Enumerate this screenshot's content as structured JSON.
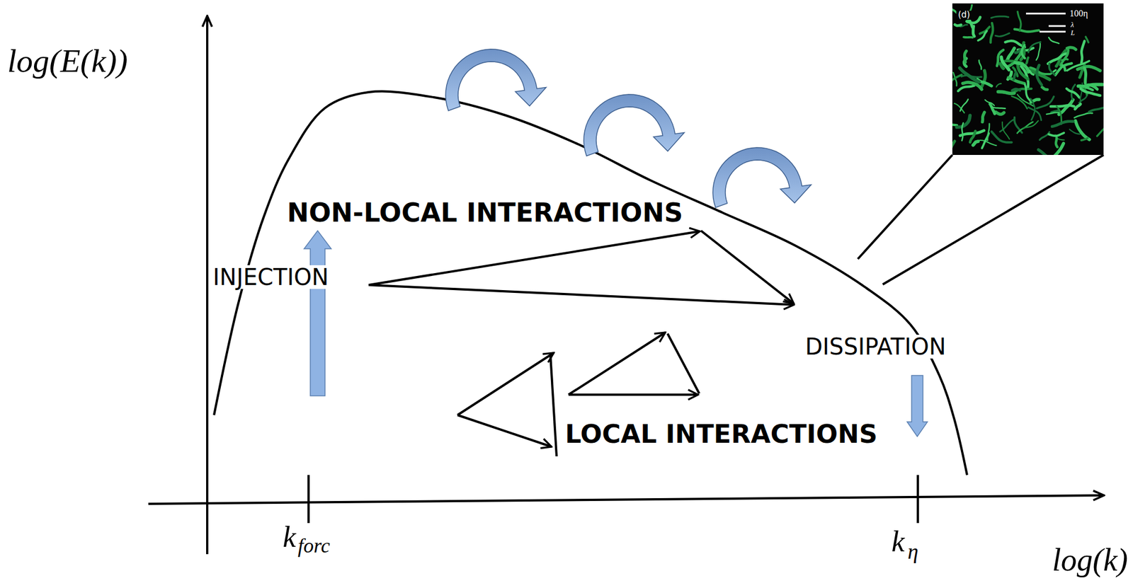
{
  "diagram": {
    "labels": [
      "log(E(k))",
      "log(k)",
      "k",
      "forc",
      "k",
      "η",
      "NON-LOCAL INTERACTIONS",
      "INJECTION",
      "DISSIPATION",
      "LOCAL INTERACTIONS",
      "(d)",
      "100η",
      "λ",
      "L"
    ]
  }
}
